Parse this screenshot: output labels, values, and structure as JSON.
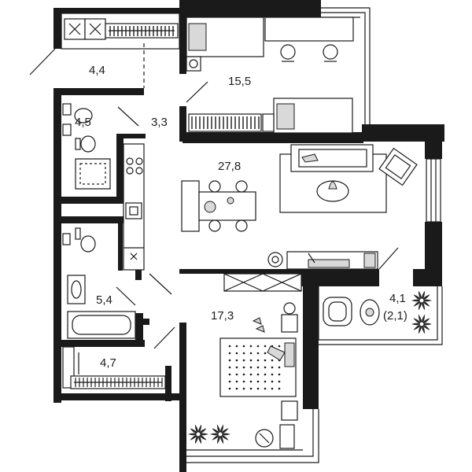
{
  "plan": {
    "rooms": [
      {
        "id": "hall",
        "area": "4,4"
      },
      {
        "id": "bedroom-kids",
        "area": "15,5"
      },
      {
        "id": "bathroom-1",
        "area": "4,5"
      },
      {
        "id": "corridor",
        "area": "3,3"
      },
      {
        "id": "living-kitchen",
        "area": "27,8"
      },
      {
        "id": "bathroom-2",
        "area": "5,4"
      },
      {
        "id": "wardrobe",
        "area": "4,7"
      },
      {
        "id": "bedroom-master",
        "area": "17,3"
      },
      {
        "id": "loggia",
        "area": "4,1",
        "sub_area": "(2,1)"
      }
    ]
  }
}
